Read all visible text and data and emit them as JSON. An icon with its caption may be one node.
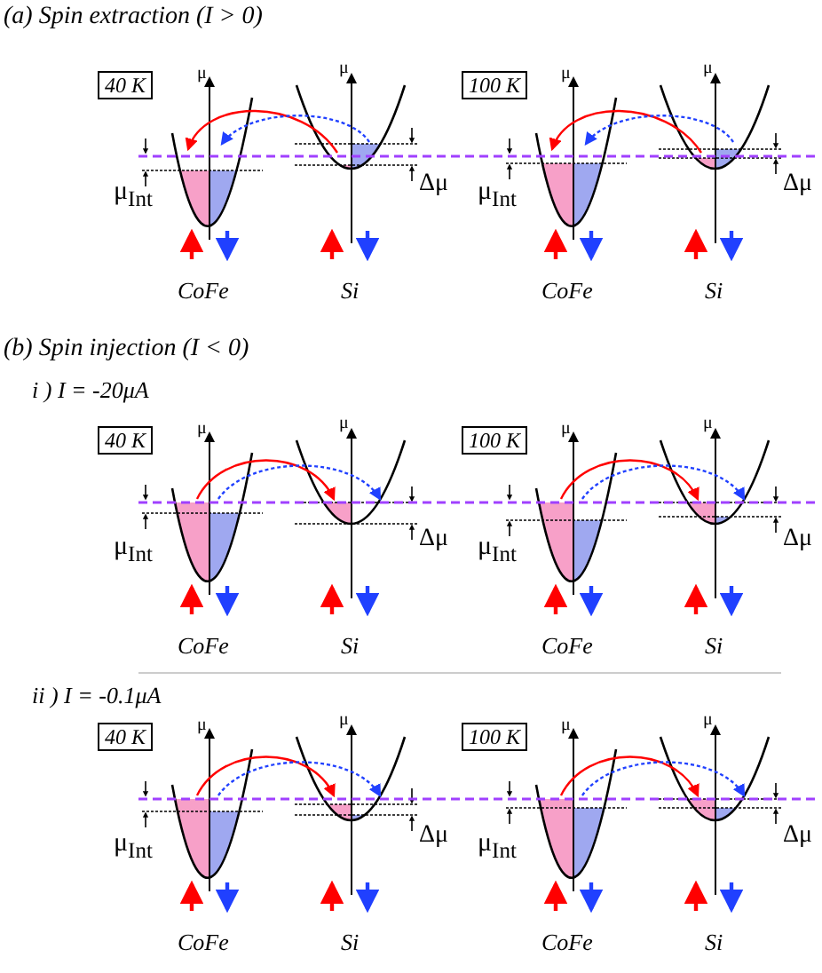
{
  "diagram": {
    "labels": [
      "(a) Spin extraction  (I > 0)",
      "40 K",
      "μ",
      "μ",
      "μ$_{Int}$",
      "Δμ",
      "CoFe",
      "Si",
      "100 K",
      "μ",
      "μ",
      "μ$_{Int}$",
      "Δμ",
      "CoFe",
      "Si",
      "(b) Spin injection  (I < 0)",
      "i ) I = -20μA",
      "40 K",
      "μ",
      "μ",
      "μ$_{Int}$",
      "Δμ",
      "CoFe",
      "Si",
      "100 K",
      "μ",
      "μ",
      "μ$_{Int}$",
      "Δμ",
      "CoFe",
      "Si",
      "ii ) I = -0.1μA",
      "40 K",
      "μ",
      "μ",
      "μ$_{Int}$",
      "Δμ",
      "CoFe",
      "Si",
      "100 K",
      "μ",
      "μ",
      "μ$_{Int}$",
      "Δμ",
      "CoFe",
      "Si"
    ]
  }
}
